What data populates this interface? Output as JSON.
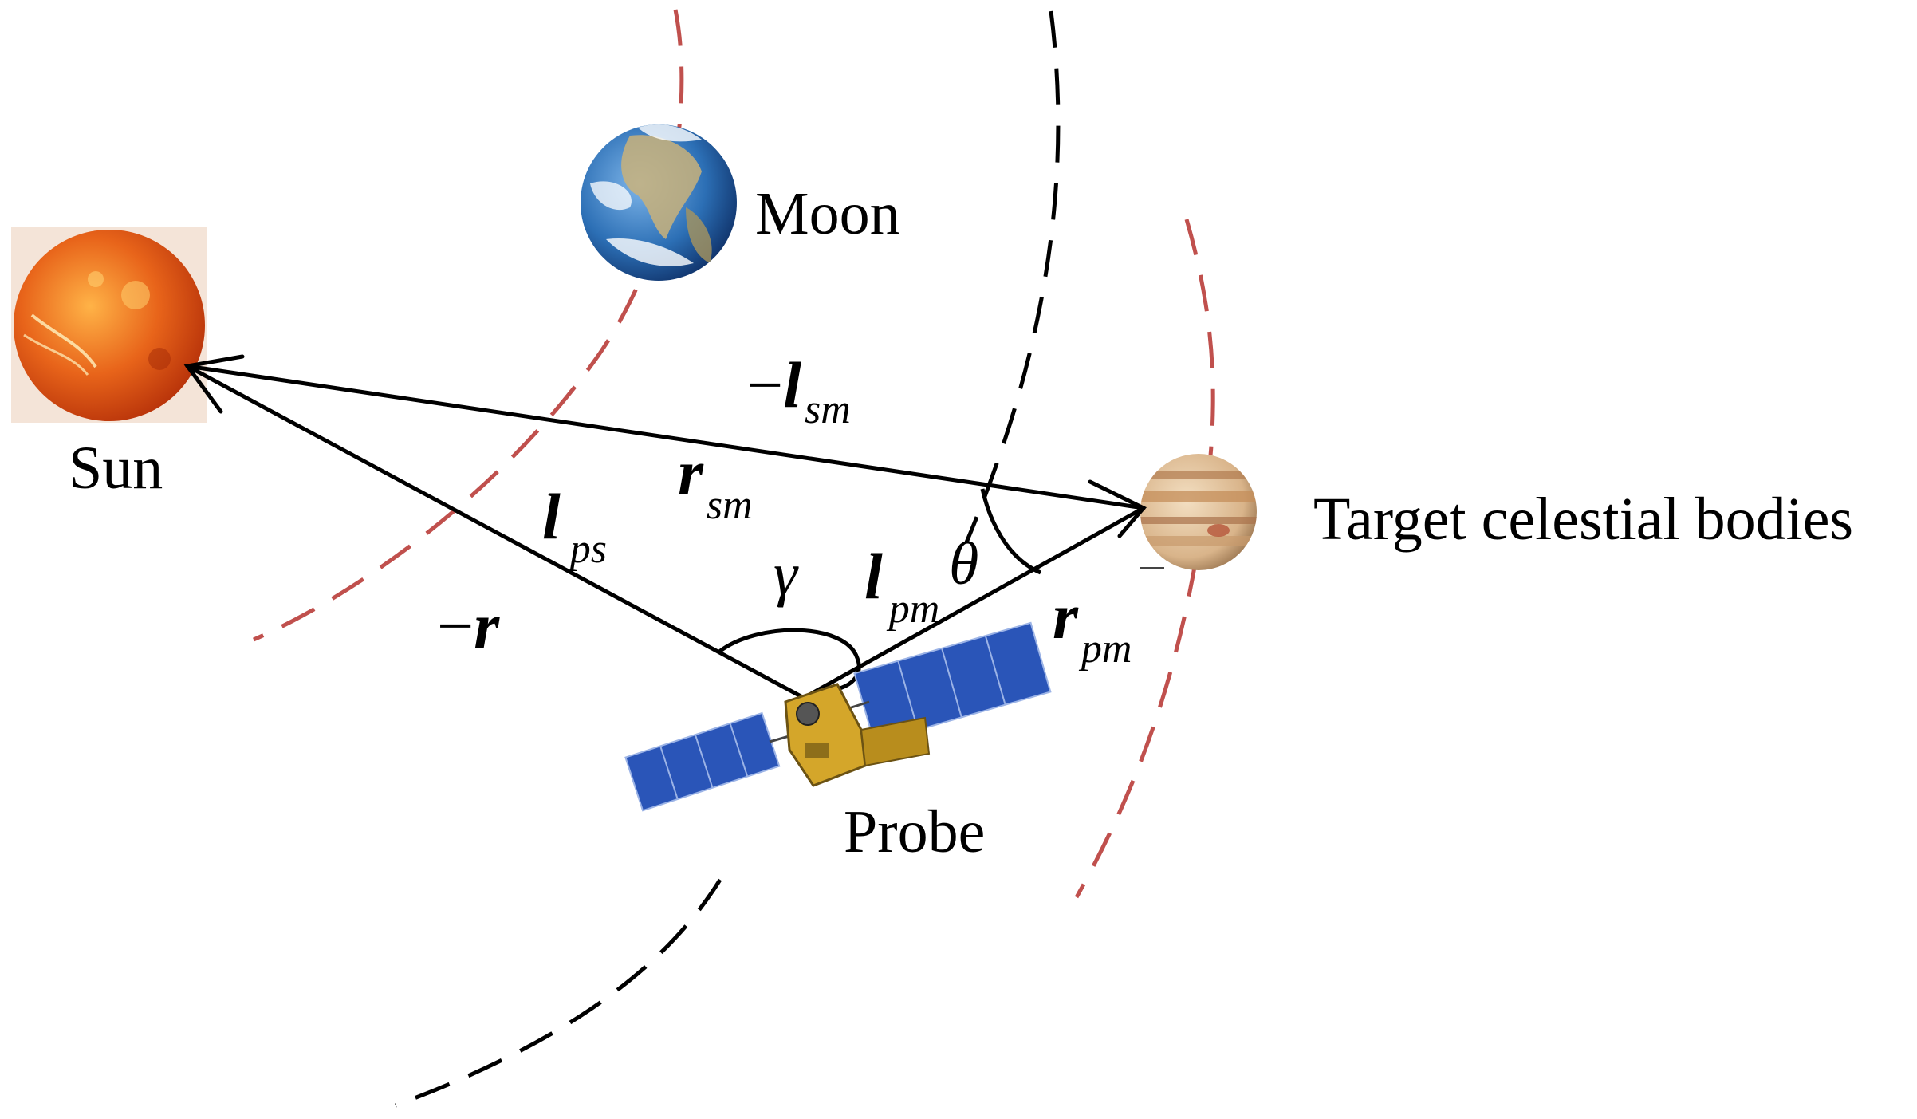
{
  "labels": {
    "sun": "Sun",
    "moon": "Moon",
    "target": "Target celestial bodies",
    "probe": "Probe"
  },
  "symbols": {
    "neg_l_sm": {
      "prefix": "−",
      "main": "l",
      "sub": "sm"
    },
    "r_sm": {
      "main": "r",
      "sub": "sm"
    },
    "l_ps": {
      "main": "l",
      "sub": "ps"
    },
    "neg_r": {
      "prefix": "−",
      "main": "r"
    },
    "l_pm": {
      "main": "l",
      "sub": "pm"
    },
    "r_pm": {
      "main": "r",
      "sub": "pm"
    },
    "gamma": "γ",
    "theta": "θ"
  },
  "colors": {
    "orbit_inner": "#c0504d",
    "orbit_middle": "#000000",
    "orbit_outer": "#c0504d",
    "vectors": "#000000",
    "sun": "#e8641a",
    "earth_ocean": "#2c6fb5",
    "jupiter": "#d9b48a",
    "solar_panel": "#2a55b8",
    "probe_body": "#d4a62a"
  },
  "icons": [
    "sun-icon",
    "earth-icon",
    "jupiter-icon",
    "probe-satellite-icon"
  ]
}
